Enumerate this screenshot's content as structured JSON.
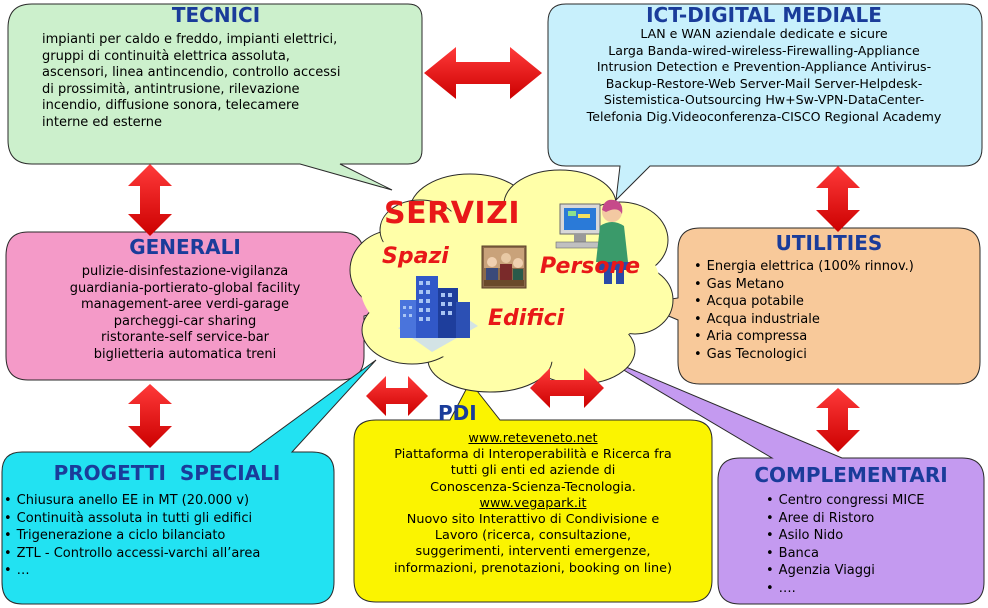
{
  "center": {
    "title": "SERVIZI",
    "labels": [
      "Spazi",
      "Persone",
      "Edifici"
    ],
    "icons": [
      "building-icon",
      "meeting-photo-icon",
      "person-at-computer-icon"
    ]
  },
  "tecnici": {
    "title": "TECNICI",
    "lines": [
      "impianti per caldo e freddo, impianti elettrici,",
      "gruppi di continuità elettrica assoluta,",
      "ascensori, linea antincendio, controllo accessi",
      "di prossimità, antintrusione, rilevazione",
      "incendio, diffusione sonora, telecamere",
      "interne ed esterne"
    ]
  },
  "ict": {
    "title": "ICT-DIGITAL MEDIALE",
    "lines": [
      "LAN e WAN aziendale dedicate e sicure",
      "Larga Banda-wired-wireless-Firewalling-Appliance",
      "Intrusion Detection e Prevention-Appliance Antivirus-",
      "Backup-Restore-Web Server-Mail Server-Helpdesk-",
      "Sistemistica-Outsourcing Hw+Sw-VPN-DataCenter-",
      "Telefonia Dig.Videoconferenza-CISCO Regional Academy"
    ]
  },
  "generali": {
    "title": "GENERALI",
    "lines": [
      "pulizie-disinfestazione-vigilanza",
      "guardiania-portierato-global facility",
      "management-aree verdi-garage",
      "parcheggi-car sharing",
      "ristorante-self service-bar",
      "biglietteria automatica treni"
    ]
  },
  "utilities": {
    "title": "UTILITIES",
    "items": [
      "Energia elettrica (100% rinnov.)",
      "Gas Metano",
      "Acqua potabile",
      "Acqua industriale",
      "Aria compressa",
      "Gas Tecnologici"
    ]
  },
  "progetti": {
    "title": "PROGETTI  SPECIALI",
    "items": [
      "Chiusura anello EE in MT (20.000 v)",
      "Continuità assoluta in tutti gli edifici",
      "Trigenerazione a ciclo bilanciato",
      "ZTL - Controllo accessi-varchi all’area",
      "…"
    ]
  },
  "pdi": {
    "title": "PDI",
    "link1": "www.reteveneto.net",
    "lines1": [
      "Piattaforma di Interoperabilità e Ricerca fra",
      "tutti gli enti ed aziende di",
      "Conoscenza-Scienza-Tecnologia."
    ],
    "link2": "www.vegapark.it",
    "lines2": [
      "Nuovo sito Interattivo di Condivisione e",
      "Lavoro (ricerca, consultazione,",
      "suggerimenti, interventi emergenze,",
      "informazioni, prenotazioni, booking on line)"
    ]
  },
  "complementari": {
    "title": "COMPLEMENTARI",
    "items": [
      "Centro congressi MICE",
      "Aree di Ristoro",
      "Asilo Nido",
      "Banca",
      "Agenzia Viaggi",
      "…."
    ]
  },
  "colors": {
    "tecnici": "#ccf0cc",
    "ict": "#c8f0fc",
    "generali": "#f49ac8",
    "utilities": "#f8c99a",
    "progetti": "#22e2f2",
    "pdi": "#fbf400",
    "complementari": "#c49af0",
    "cloud": "#ffffa8",
    "arrow": "#ee1111",
    "title": "#1a3c9a"
  }
}
